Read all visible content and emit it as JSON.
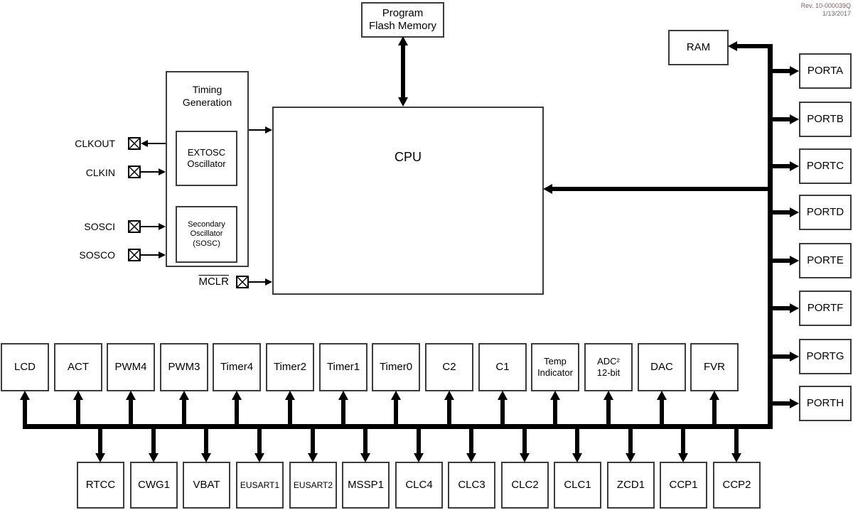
{
  "meta": {
    "rev_line1": "Rev. 10-000039Q",
    "rev_line2": "1/13/2017"
  },
  "blocks": {
    "program_flash": "Program\nFlash Memory",
    "cpu": "CPU",
    "ram": "RAM",
    "timing_generation": "Timing\nGeneration",
    "extosc": "EXTOSC\nOscillator",
    "sosc": "Secondary\nOscillator\n(SOSC)"
  },
  "pins": {
    "clkout": "CLKOUT",
    "clkin": "CLKIN",
    "sosci": "SOSCI",
    "sosco": "SOSCO",
    "mclr": "MCLR"
  },
  "ports": [
    "PORTA",
    "PORTB",
    "PORTC",
    "PORTD",
    "PORTE",
    "PORTF",
    "PORTG",
    "PORTH"
  ],
  "peripherals_row1": [
    "LCD",
    "ACT",
    "PWM4",
    "PWM3",
    "Timer4",
    "Timer2",
    "Timer1",
    "Timer0",
    "C2",
    "C1",
    "Temp\nIndicator",
    "ADC²\n12-bit",
    "DAC",
    "FVR"
  ],
  "peripherals_row2": [
    "RTCC",
    "CWG1",
    "VBAT",
    "EUSART1",
    "EUSART2",
    "MSSP1",
    "CLC4",
    "CLC3",
    "CLC2",
    "CLC1",
    "ZCD1",
    "CCP1",
    "CCP2"
  ],
  "colors": {
    "line": "#000000",
    "box_border": "#3c3c3c",
    "background": "#ffffff",
    "rev_text": "#7a6666"
  }
}
